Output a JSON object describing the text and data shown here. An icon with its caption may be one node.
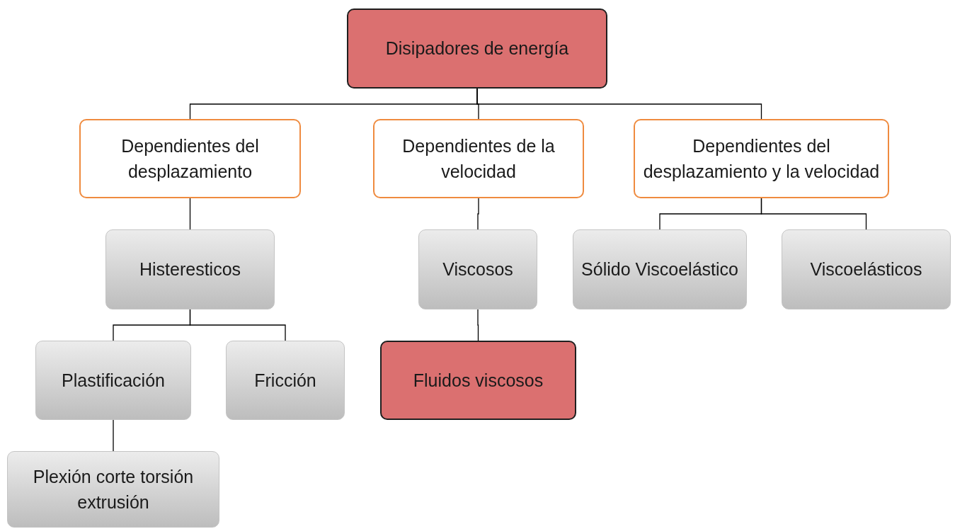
{
  "diagram": {
    "nodes": [
      {
        "text": [
          "Disipadores de energía"
        ]
      },
      {
        "text": [
          "Dependientes del desplazamiento"
        ]
      },
      {
        "text": [
          "Dependientes de la velocidad"
        ]
      },
      {
        "text": [
          "Dependientes del desplazamiento y la velocidad"
        ]
      },
      {
        "text": [
          "Histeresticos"
        ]
      },
      {
        "text": [
          "Viscosos"
        ]
      },
      {
        "text": [
          "Sólido Viscoelástico"
        ]
      },
      {
        "text": [
          "Viscoelásticos"
        ]
      },
      {
        "text": [
          "Plastificación"
        ]
      },
      {
        "text": [
          "Fricción"
        ]
      },
      {
        "text": [
          "Fluidos viscosos"
        ]
      },
      {
        "text": [
          "Plexión corte torsión extrusión"
        ]
      }
    ],
    "edges": [
      {
        "from": 0,
        "to": 1,
        "arrow": "none"
      },
      {
        "from": 0,
        "to": 2,
        "arrow": "none"
      },
      {
        "from": 0,
        "to": 3,
        "arrow": "none"
      },
      {
        "from": 1,
        "to": 4,
        "arrow": "none"
      },
      {
        "from": 4,
        "to": 8,
        "arrow": "none"
      },
      {
        "from": 4,
        "to": 9,
        "arrow": "none"
      },
      {
        "from": 8,
        "to": 11,
        "arrow": "none"
      },
      {
        "from": 2,
        "to": 5,
        "arrow": "none"
      },
      {
        "from": 5,
        "to": 10,
        "arrow": "none"
      },
      {
        "from": 3,
        "to": 6,
        "arrow": "none"
      },
      {
        "from": 3,
        "to": 7,
        "arrow": "none"
      }
    ]
  }
}
